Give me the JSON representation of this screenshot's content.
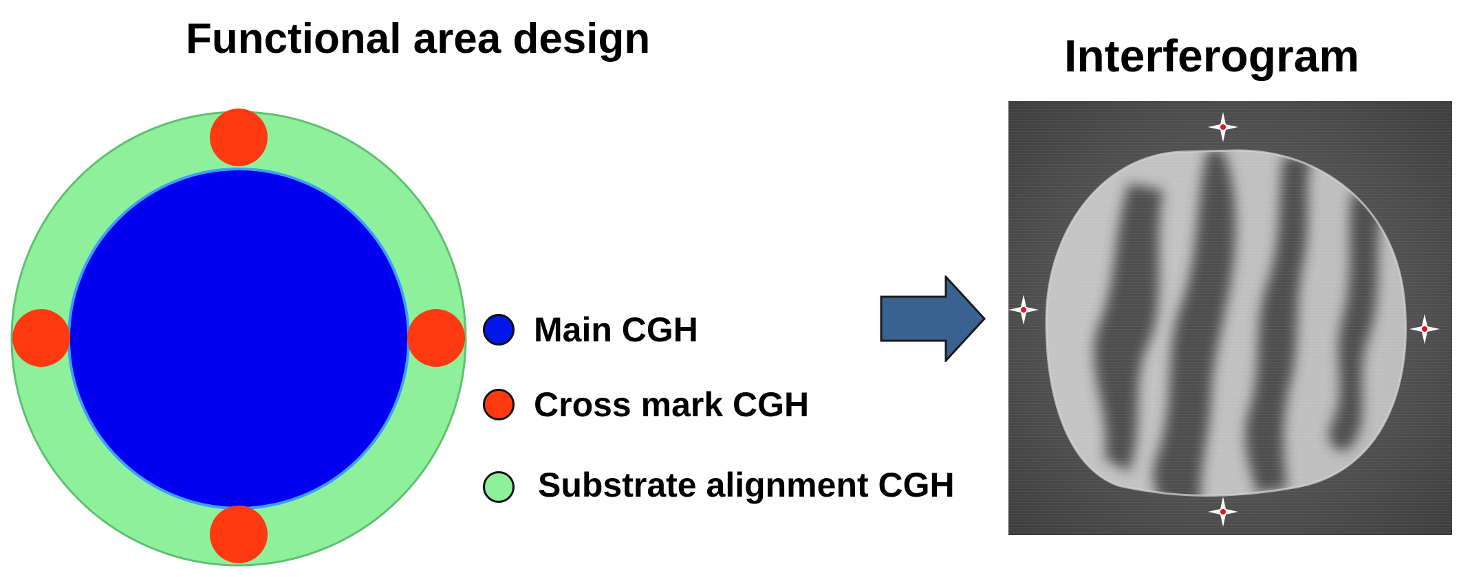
{
  "left_panel": {
    "title": "Functional area design",
    "regions": [
      {
        "name": "main",
        "color": "#0000ee"
      },
      {
        "name": "cross_mark",
        "color": "#ff3a10"
      },
      {
        "name": "substrate_alignment",
        "color": "#8ef09a"
      }
    ]
  },
  "legend": {
    "items": [
      {
        "label": "Main CGH",
        "color": "#0018e8"
      },
      {
        "label": "Cross mark CGH",
        "color": "#ff3a10"
      },
      {
        "label": "Substrate alignment CGH",
        "color": "#8ef09a"
      }
    ]
  },
  "right_panel": {
    "title": "Interferogram",
    "marker_color": "#e0141e"
  },
  "arrow": {
    "color": "#3a6290",
    "direction": "right"
  }
}
